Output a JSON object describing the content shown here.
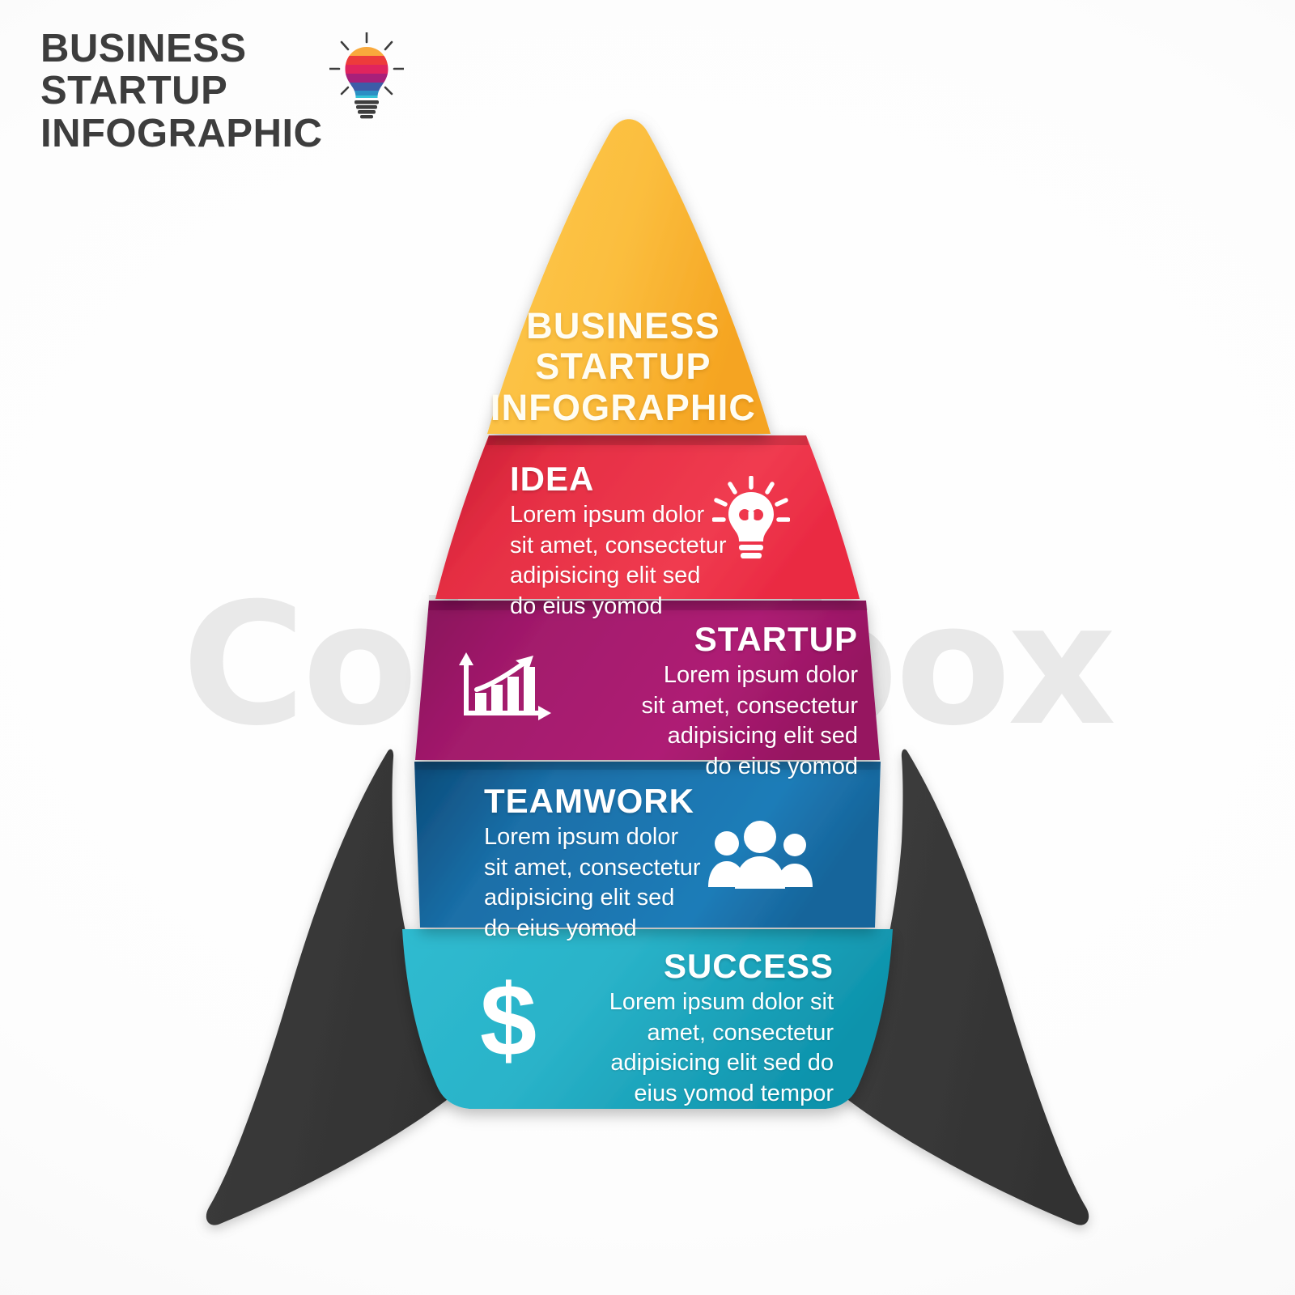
{
  "logo": {
    "title": "BUSINESS\nSTARTUP\nINFOGRAPHIC",
    "icon": "lightbulb-icon",
    "bulb_band_colors": [
      "#F9A93C",
      "#ED3B3B",
      "#E0245E",
      "#A8207A",
      "#3D5CA8",
      "#2B8FC4",
      "#35C3D6"
    ]
  },
  "watermark": {
    "text": "Colourbox"
  },
  "rocket": {
    "nose": {
      "id": "nose-cone",
      "title": "BUSINESS\nSTARTUP\nINFOGRAPHIC",
      "color": "#FBBE3E",
      "color_dark": "#F6A121"
    },
    "bands": [
      {
        "id": "idea",
        "title": "IDEA",
        "body": "Lorem ipsum dolor\nsit amet, consectetur\nadipisicing elit sed\ndo eius yomod",
        "color": "#EE3348",
        "color_dark": "#B01527",
        "icon": "lightbulb-icon",
        "align": "left",
        "icon_side": "right"
      },
      {
        "id": "startup",
        "title": "STARTUP",
        "body": "Lorem ipsum dolor\nsit amet, consectetur\nadipisicing elit sed\ndo eius yomod",
        "color": "#A81A6E",
        "color_dark": "#6E1053",
        "icon": "bar-chart-growth-icon",
        "align": "right",
        "icon_side": "left"
      },
      {
        "id": "teamwork",
        "title": "TEAMWORK",
        "body": "Lorem ipsum dolor\nsit amet, consectetur\nadipisicing elit sed\ndo eius yomod",
        "color": "#1A6FA8",
        "color_dark": "#0D4A77",
        "icon": "people-group-icon",
        "align": "left",
        "icon_side": "right"
      },
      {
        "id": "success",
        "title": "SUCCESS",
        "body": "Lorem ipsum dolor sit\namet, consectetur\nadipisicing elit sed do\neius yomod tempor",
        "color": "#29B6CE",
        "color_dark": "#0E8CA6",
        "icon": "dollar-sign-icon",
        "align": "right",
        "icon_side": "left"
      }
    ],
    "fins": {
      "left_id": "rocket-fin-left",
      "right_id": "rocket-fin-right",
      "color": "#3A3A3A"
    }
  }
}
